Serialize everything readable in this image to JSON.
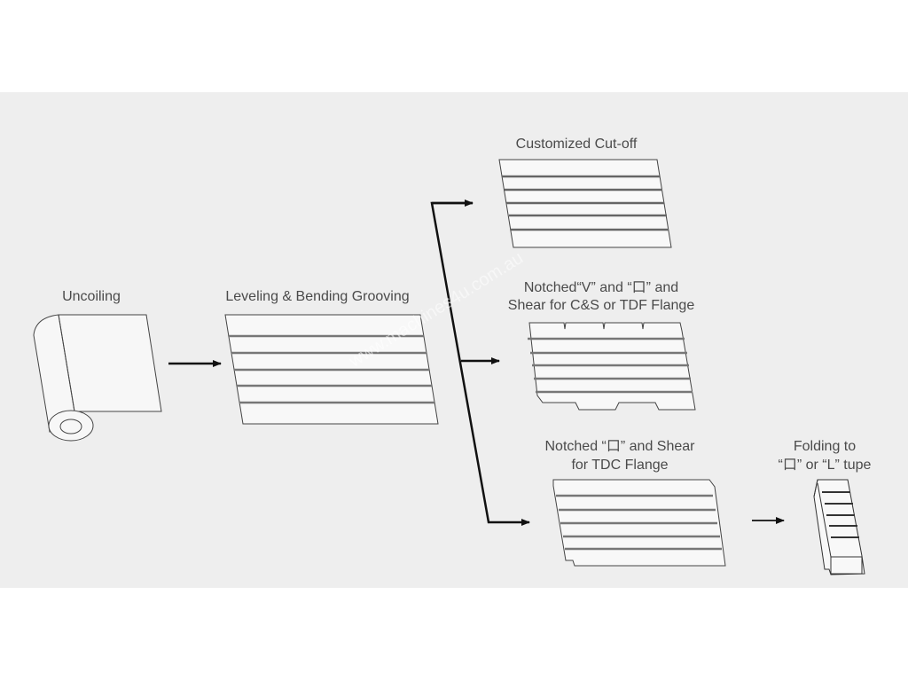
{
  "diagram": {
    "steps": {
      "uncoiling": "Uncoiling",
      "leveling": "Leveling & Bending Grooving",
      "cutoff": "Customized Cut-off",
      "notched_v_line1": "Notched“V” and “口” and",
      "notched_v_line2": "Shear for C&S or TDF Flange",
      "notched_tdc_line1": "Notched “口” and Shear",
      "notched_tdc_line2": "for TDC Flange",
      "folding_line1": "Folding to",
      "folding_line2": "“口” or “L” tupe"
    },
    "watermark": "www.machines4u.com.au",
    "colors": {
      "panel": "#eeeeee",
      "stroke": "#333333",
      "groove": "#8a8a8a",
      "text": "#4a4a4a"
    }
  }
}
